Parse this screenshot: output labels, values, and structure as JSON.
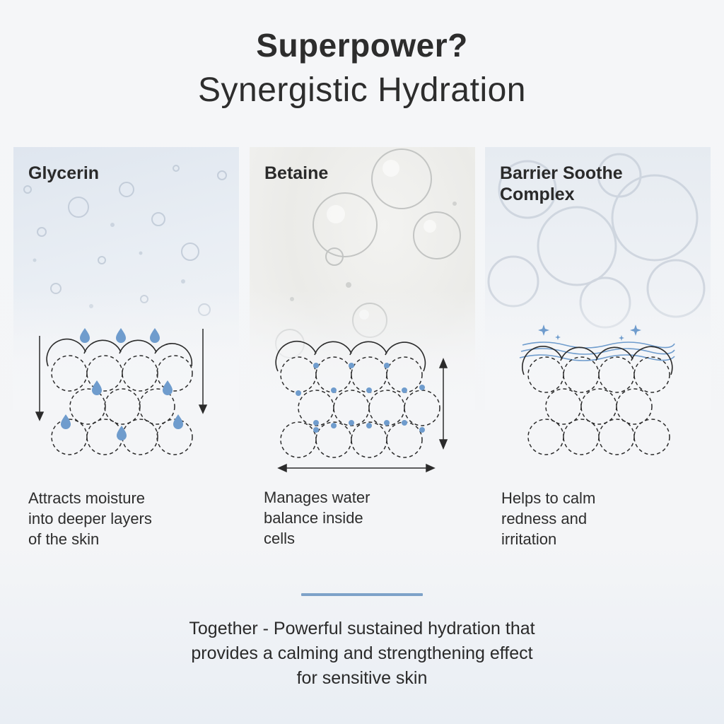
{
  "heading": {
    "line1": "Superpower?",
    "line2": "Synergistic Hydration"
  },
  "ingredients": [
    {
      "name": "Glycerin",
      "description": [
        "Attracts moisture",
        "into deeper layers",
        "of the skin"
      ]
    },
    {
      "name": "Betaine",
      "description": [
        "Manages water",
        "balance inside",
        "cells"
      ]
    },
    {
      "name": "Barrier Soothe",
      "name_line2": "Complex",
      "description": [
        "Helps to calm",
        "redness and",
        "irritation"
      ]
    }
  ],
  "summary": {
    "line1": "Together - Powerful sustained hydration that",
    "line2": "provides a calming and strengthening effect",
    "line3": "for sensitive skin"
  },
  "colors": {
    "accent": "#7ea2c8",
    "droplet": "#6f9ccd",
    "text": "#2b2b2b"
  }
}
